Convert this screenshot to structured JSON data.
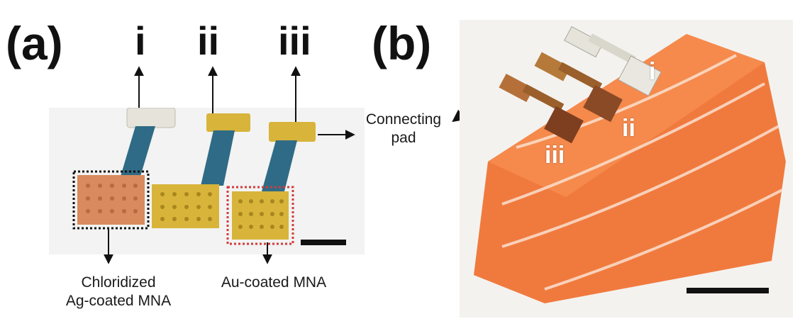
{
  "panel_a": {
    "label": "(a)",
    "roman_labels": [
      "i",
      "ii",
      "iii"
    ],
    "connecting_pad_label_line1": "Connecting",
    "connecting_pad_label_line2": "pad",
    "caption_left_line1": "Chloridized",
    "caption_left_line2": "Ag-coated MNA",
    "caption_right": "Au-coated MNA"
  },
  "panel_b": {
    "label": "(b)",
    "overlay_labels": [
      "i",
      "ii",
      "iii"
    ]
  },
  "colors": {
    "silver": "#e6e3da",
    "gold": "#d8b43a",
    "copper": "#d98a5e",
    "blue_insulation": "#2f6b86",
    "salmon": "#f07a3e",
    "dotted_black": "#111111",
    "dotted_red": "#d43a3a"
  }
}
